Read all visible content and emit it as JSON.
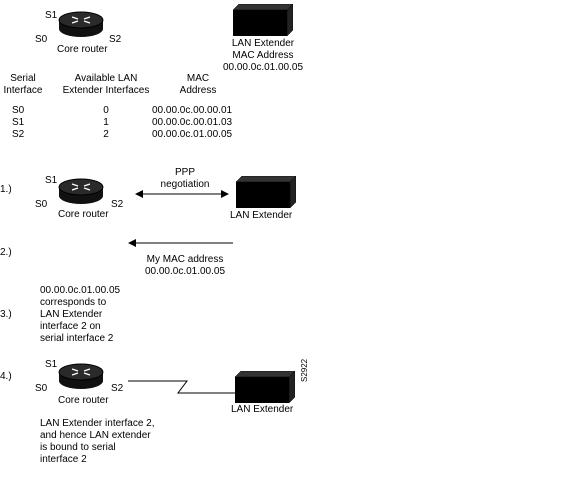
{
  "top": {
    "router_labels": {
      "s1": "S1",
      "s0": "S0",
      "s2": "S2",
      "name": "Core router"
    },
    "extender": {
      "name": "LAN Extender",
      "mac_label": "MAC Address",
      "mac": "00.00.0c.01.00.05"
    }
  },
  "table": {
    "headers": {
      "serial": [
        "Serial",
        "Interface"
      ],
      "lan": [
        "Available LAN",
        "Extender Interfaces"
      ],
      "mac": [
        "MAC",
        "Address"
      ]
    },
    "rows": [
      {
        "serial": "S0",
        "lan": "0",
        "mac": "00.00.0c.00.00.01"
      },
      {
        "serial": "S1",
        "lan": "1",
        "mac": "00.00.0c.00.01.03"
      },
      {
        "serial": "S2",
        "lan": "2",
        "mac": "00.00.0c.01.00.05"
      }
    ]
  },
  "steps": {
    "s1": {
      "num": "1.)",
      "router_labels": {
        "s1": "S1",
        "s0": "S0",
        "s2": "S2",
        "name": "Core router"
      },
      "ppp": [
        "PPP",
        "negotiation"
      ],
      "extender": "LAN Extender"
    },
    "s2": {
      "num": "2.)",
      "msg": [
        "My MAC address",
        "00.00.0c.01.00.05"
      ]
    },
    "s3": {
      "num": "3.)",
      "lines": [
        "00.00.0c.01.00.05",
        "corresponds to",
        "LAN Extender",
        "interface 2 on",
        "serial interface 2"
      ]
    },
    "s4": {
      "num": "4.)",
      "router_labels": {
        "s1": "S1",
        "s0": "S0",
        "s2": "S2",
        "name": "Core router"
      },
      "extender": "LAN Extender",
      "figure_id": "S2922",
      "lines": [
        "LAN Extender interface 2,",
        "and hence LAN extender",
        "is bound to serial",
        "interface 2"
      ]
    }
  },
  "colors": {
    "ink": "#000000",
    "router_body": "#111111",
    "router_top": "#2a2a2a"
  }
}
